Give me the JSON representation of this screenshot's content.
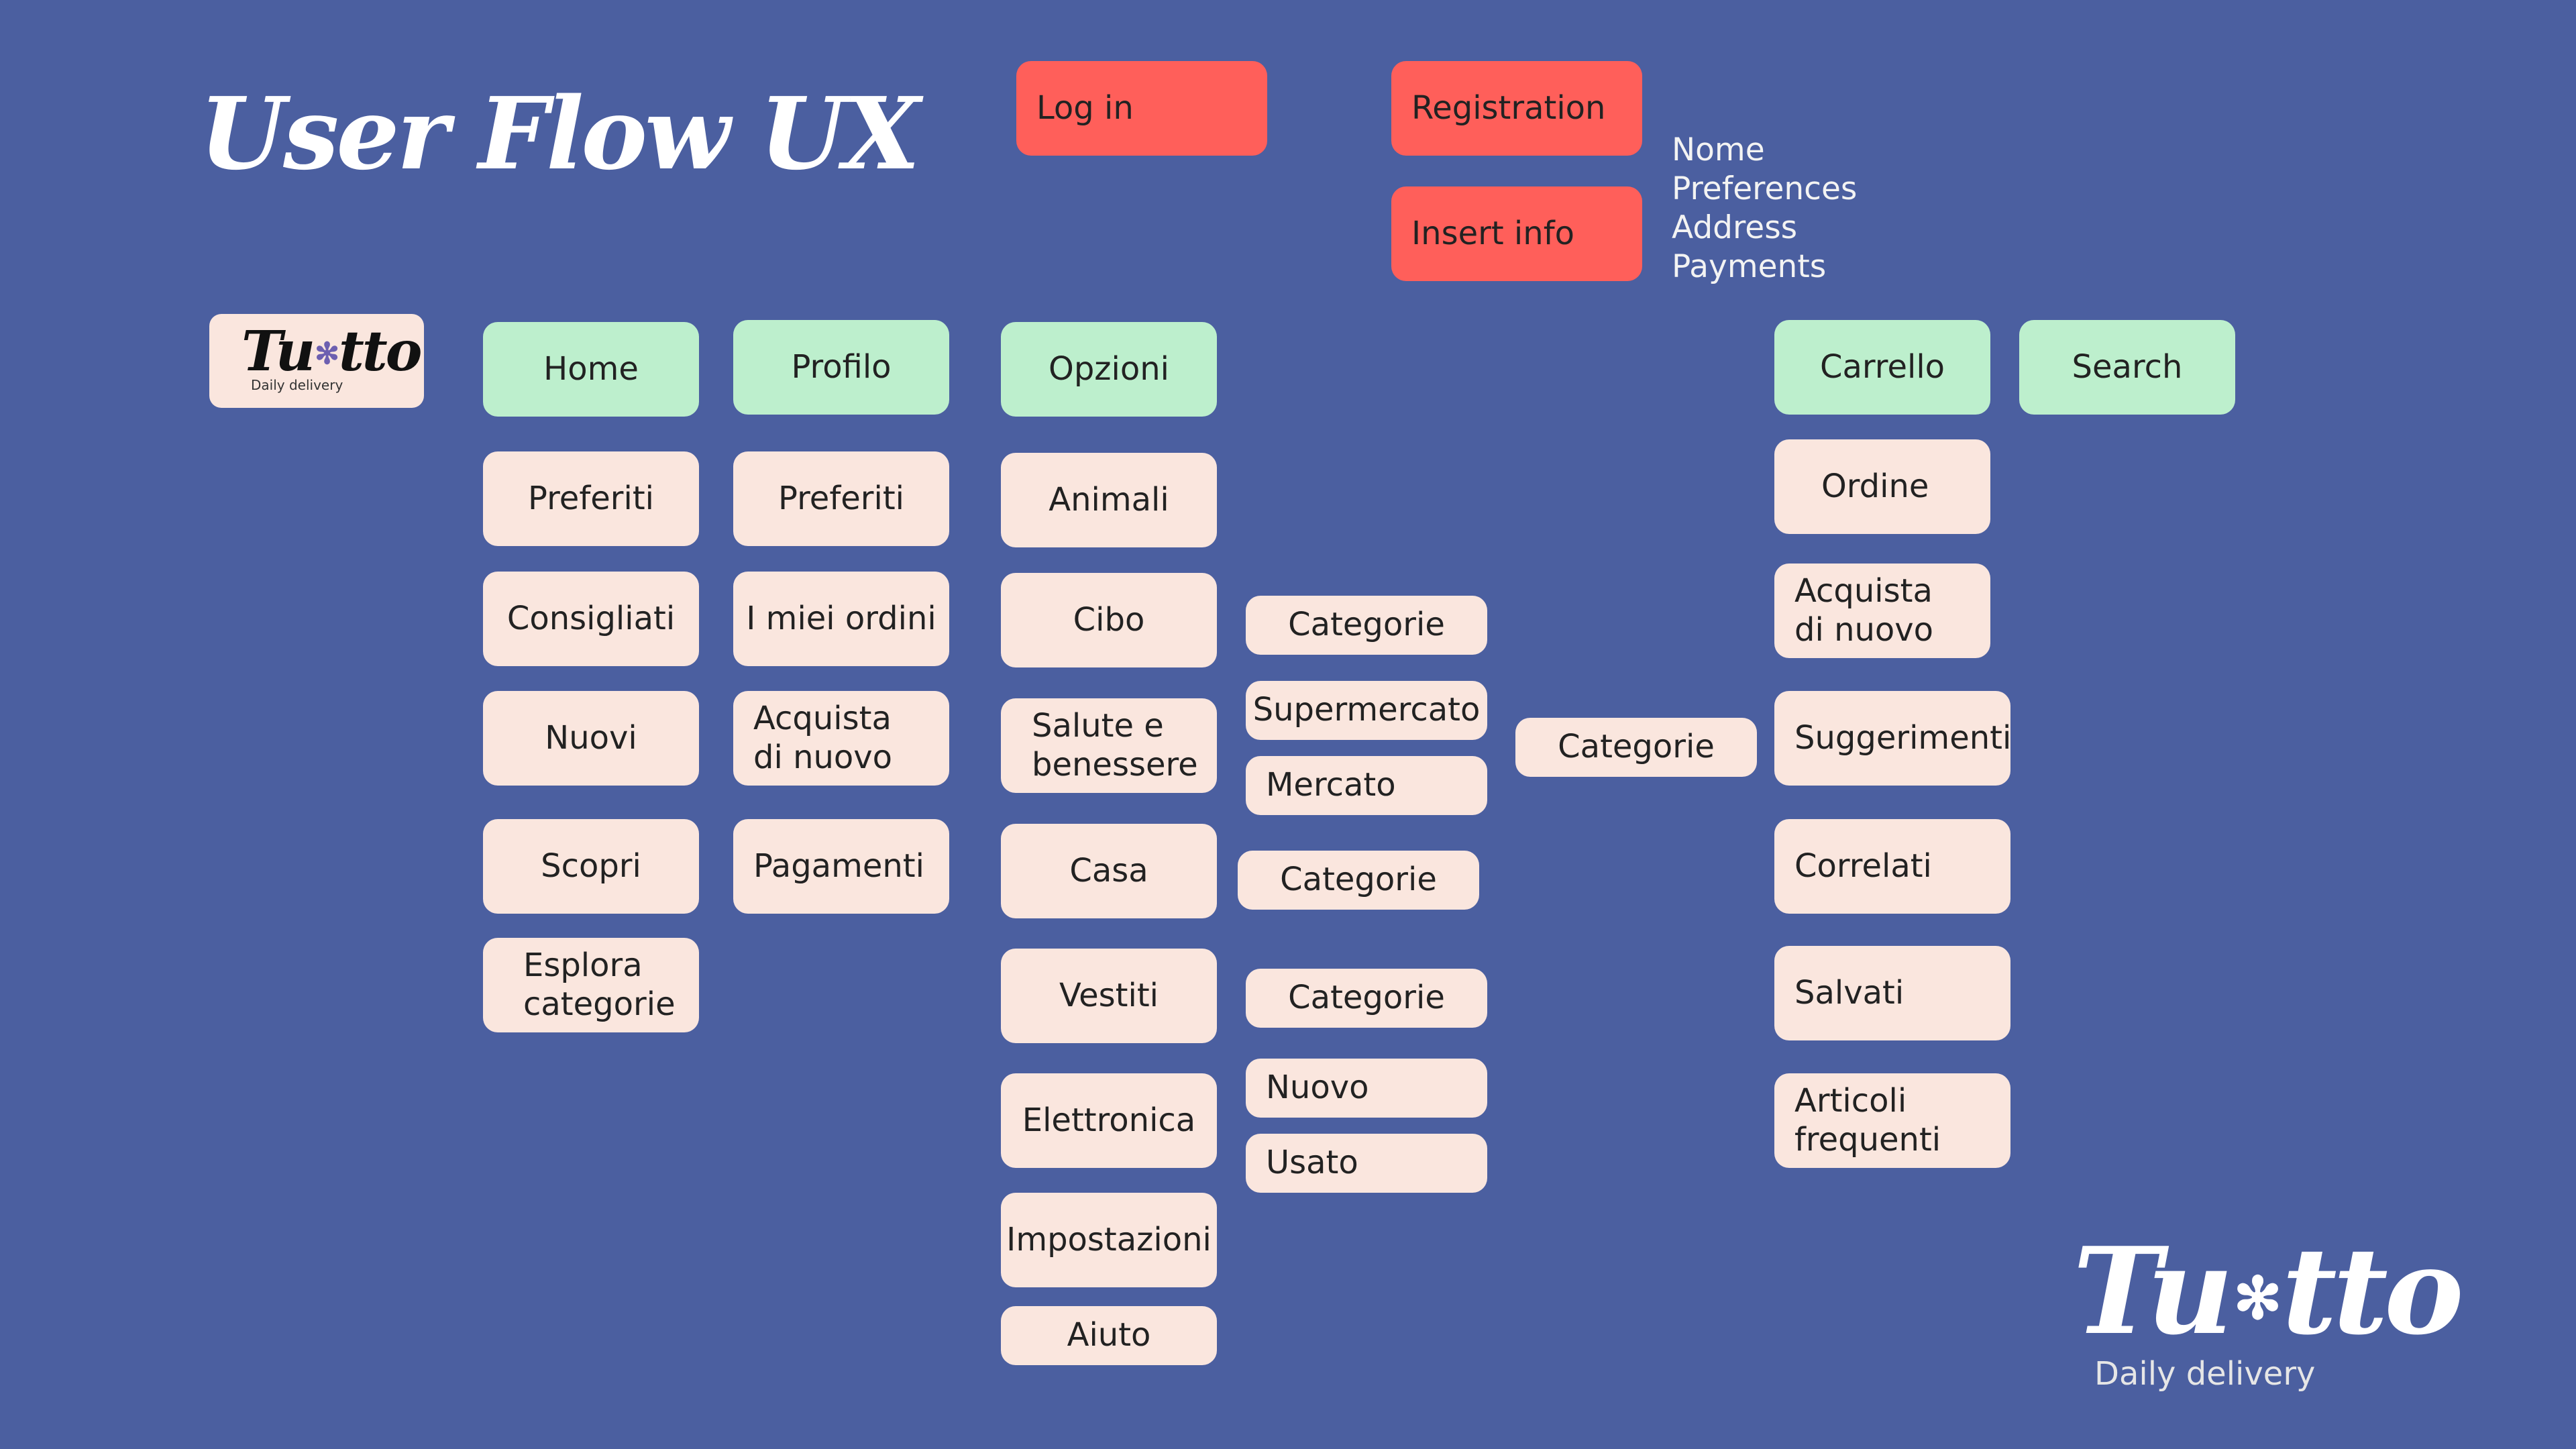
{
  "title": "User Flow UX",
  "colors": {
    "background": "#4b5fa0",
    "main_section": "#bdefcd",
    "sub_item": "#fae6de",
    "auth": "#ff5f5a"
  },
  "auth": {
    "login": "Log in",
    "registration": "Registration",
    "insert_info": "Insert info",
    "fields": [
      "Nome",
      "Preferences",
      "Address",
      "Payments"
    ]
  },
  "brand": {
    "name_start": "Tu",
    "name_end": "tto",
    "tagline_small": "Daily delivery",
    "tagline_big": "Daily delivery",
    "star_icon": "asterisk-star-icon"
  },
  "sections": {
    "home": {
      "label": "Home",
      "items": [
        "Preferiti",
        "Consigliati",
        "Nuovi",
        "Scopri",
        "Esplora\ncategorie"
      ]
    },
    "profilo": {
      "label": "Profilo",
      "items": [
        "Preferiti",
        "I miei ordini",
        "Acquista\ndi nuovo",
        "Pagamenti"
      ]
    },
    "opzioni": {
      "label": "Opzioni",
      "items": [
        "Animali",
        "Cibo",
        "Salute e\nbenessere",
        "Casa",
        "Vestiti",
        "Elettronica",
        "Impostazioni",
        "Aiuto"
      ]
    },
    "opzioni_sub": {
      "items": [
        "Categorie",
        "Supermercato",
        "Mercato",
        "Categorie",
        "Categorie",
        "Nuovo",
        "Usato"
      ]
    },
    "categorie_mid": "Categorie",
    "carrello": {
      "label": "Carrello",
      "items": [
        "Ordine",
        "Acquista\ndi nuovo",
        "Suggerimenti",
        "Correlati",
        "Salvati",
        "Articoli\nfrequenti"
      ]
    },
    "search": {
      "label": "Search"
    }
  }
}
